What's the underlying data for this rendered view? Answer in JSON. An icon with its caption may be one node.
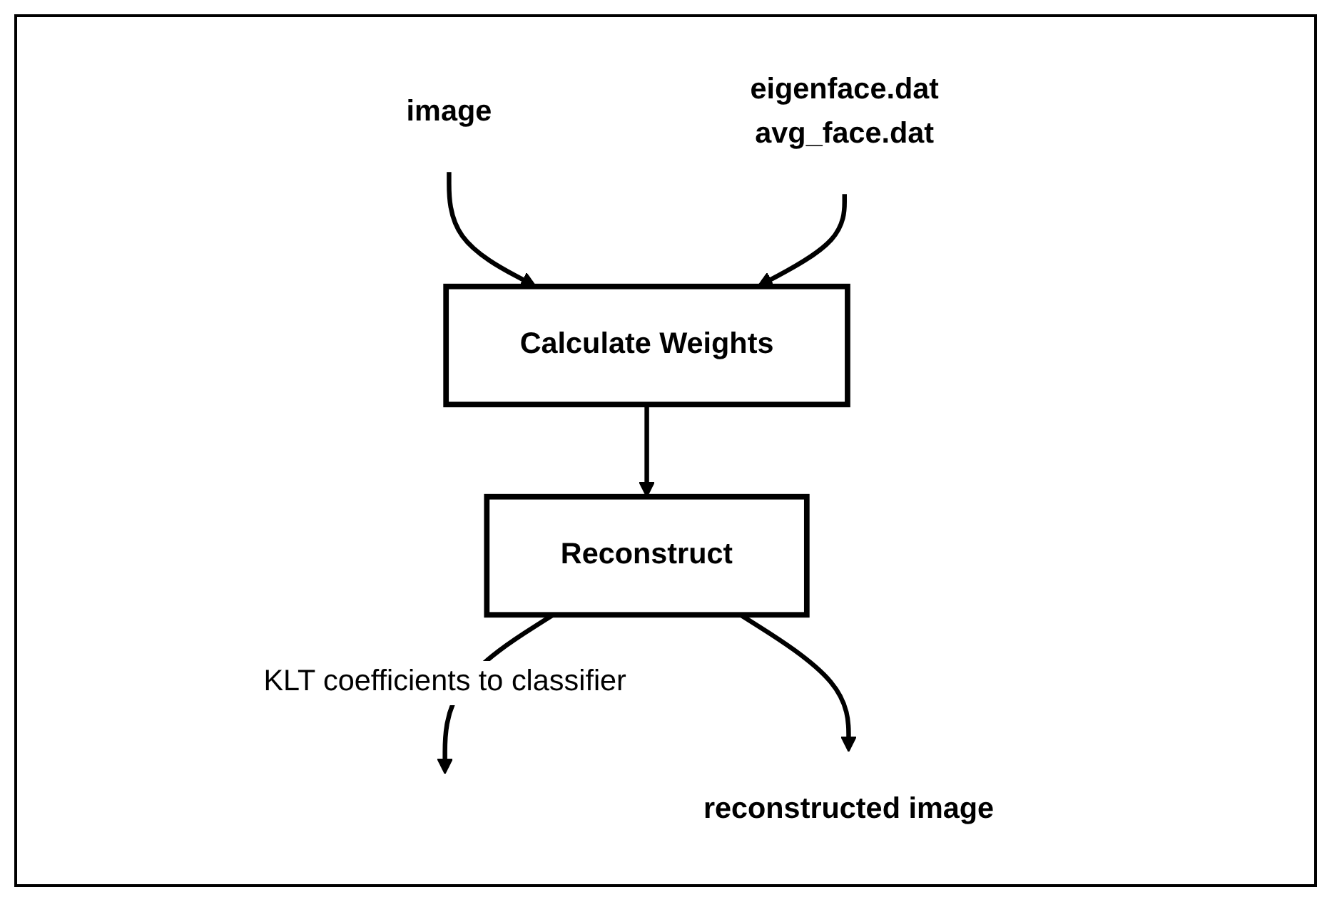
{
  "diagram": {
    "nodes": [
      {
        "text": [
          "image"
        ]
      },
      {
        "text": [
          "eigenface.dat",
          "avg_face.dat"
        ]
      },
      {
        "text": [
          "Calculate Weights"
        ]
      },
      {
        "text": [
          "Reconstruct"
        ]
      },
      {
        "text": [
          "reconstructed image"
        ]
      }
    ],
    "edges": [
      {
        "from": 0,
        "to": 2,
        "arrow": "to"
      },
      {
        "from": 1,
        "to": 2,
        "arrow": "to"
      },
      {
        "from": 2,
        "to": 3,
        "arrow": "to"
      },
      {
        "from": 3,
        "to": null,
        "arrow": "to",
        "label": "KLT coefficients to classifier"
      },
      {
        "from": 3,
        "to": 4,
        "arrow": "to"
      }
    ]
  }
}
